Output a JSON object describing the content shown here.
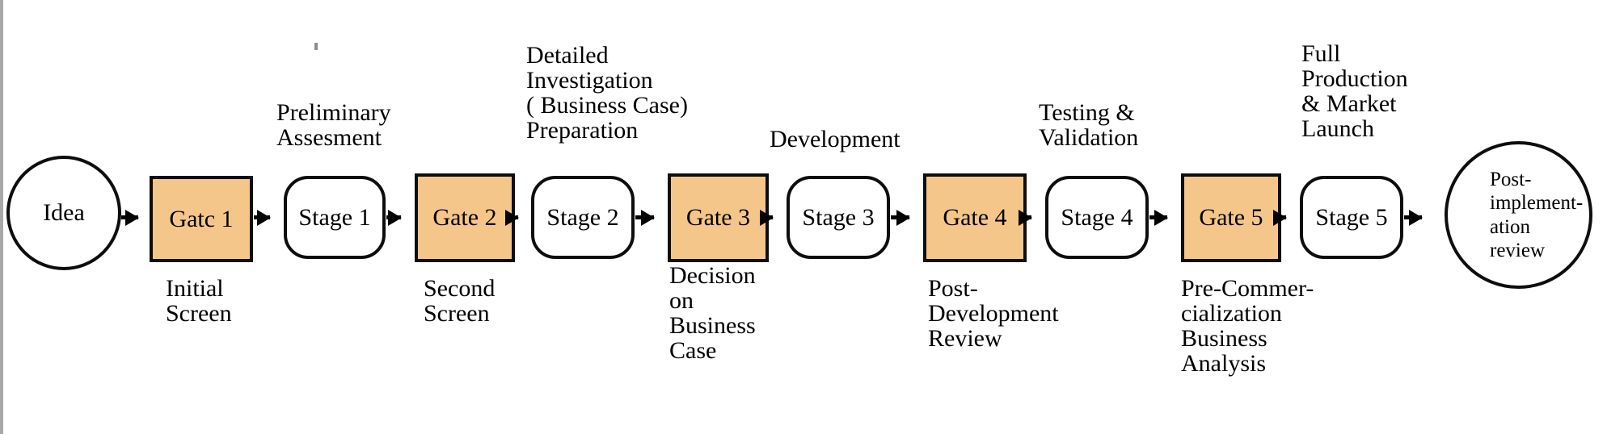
{
  "diagram": {
    "title": "Stage-Gate new product development process",
    "colors": {
      "gate_fill": "#f5c68a",
      "stage_fill": "#ffffff",
      "stroke": "#0d0d0d",
      "text": "#000000",
      "edge_strip": "#a8a8a8"
    },
    "nodes": [
      {
        "id": "idea",
        "shape": "circle",
        "label": "Idea"
      },
      {
        "id": "gate1",
        "shape": "gate",
        "label": "Gatc 1"
      },
      {
        "id": "stage1",
        "shape": "stage",
        "label": "Stage 1"
      },
      {
        "id": "gate2",
        "shape": "gate",
        "label": "Gate 2"
      },
      {
        "id": "stage2",
        "shape": "stage",
        "label": "Stage 2"
      },
      {
        "id": "gate3",
        "shape": "gate",
        "label": "Gate 3"
      },
      {
        "id": "stage3",
        "shape": "stage",
        "label": "Stage 3"
      },
      {
        "id": "gate4",
        "shape": "gate",
        "label": "Gate 4"
      },
      {
        "id": "stage4",
        "shape": "stage",
        "label": "Stage 4"
      },
      {
        "id": "gate5",
        "shape": "gate",
        "label": "Gate 5"
      },
      {
        "id": "stage5",
        "shape": "stage",
        "label": "Stage 5"
      },
      {
        "id": "post",
        "shape": "circle",
        "label": "Post-\nimplement-\nation\nreview"
      }
    ],
    "captions_above": [
      {
        "id": "stage1-caption",
        "label": "Preliminary\nAssesment"
      },
      {
        "id": "stage2-caption",
        "label": "Detailed\nInvestigation\n( Business Case)\nPreparation"
      },
      {
        "id": "stage3-caption",
        "label": "Development"
      },
      {
        "id": "stage4-caption",
        "label": "Testing &\nValidation"
      },
      {
        "id": "stage5-caption",
        "label": "Full\nProduction\n& Market\nLaunch"
      }
    ],
    "captions_below": [
      {
        "id": "gate1-caption",
        "label": "Initial\nScreen"
      },
      {
        "id": "gate2-caption",
        "label": "Second\nScreen"
      },
      {
        "id": "gate3-caption",
        "label": "Decision\non\nBusiness\nCase"
      },
      {
        "id": "gate4-caption",
        "label": "Post-\nDevelopment\nReview"
      },
      {
        "id": "gate5-caption",
        "label": "Pre-Commer-\ncialization\nBusiness\nAnalysis"
      }
    ]
  }
}
